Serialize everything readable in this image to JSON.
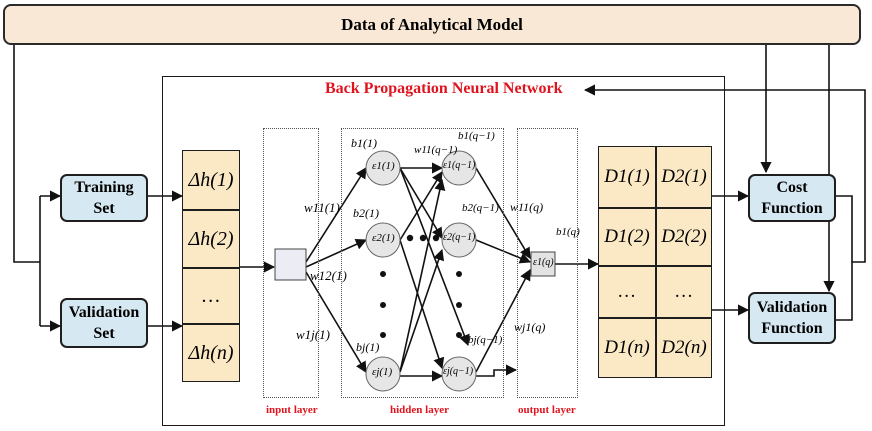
{
  "top_banner": "Data of Analytical Model",
  "bp_title": "Back Propagation Neural Network",
  "training_set": "Training\nSet",
  "validation_set": "Validation\nSet",
  "cost_function": "Cost\nFunction",
  "validation_function": "Validation\nFunction",
  "input_column": [
    "Δh(1)",
    "Δh(2)",
    "…",
    "Δh(n)"
  ],
  "output_grid": [
    [
      "D1(1)",
      "D2(1)"
    ],
    [
      "D1(2)",
      "D2(2)"
    ],
    [
      "…",
      "…"
    ],
    [
      "D1(n)",
      "D2(n)"
    ]
  ],
  "layer_labels": {
    "input": "input layer",
    "hidden": "hidden layer",
    "output": "output layer"
  },
  "nodes": {
    "h1_1": "ε1(1)",
    "h1_2": "ε2(1)",
    "h1_j": "εj(1)",
    "hq_1": "ε1(q−1)",
    "hq_2": "ε2(q−1)",
    "hq_j": "εj(q−1)",
    "out": "ε1(q)"
  },
  "weights": {
    "w11_1": "w11(1)",
    "w12_1": "w12(1)",
    "w1j_1": "w1j(1)",
    "w11_q1": "w11(q−1)",
    "w11_q": "w11(q)",
    "wj1_q": "wj1(q)"
  },
  "biases": {
    "b1_1": "b1(1)",
    "b2_1": "b2(1)",
    "bj_1": "bj(1)",
    "b1_q1": "b1(q−1)",
    "b2_q1": "b2(q−1)",
    "bj_q1": "bj(q−1)",
    "b1_q": "b1(q)"
  },
  "colors": {
    "accent_red": "#e0141e",
    "banner_fill": "#f9e8d6",
    "pill_fill": "#d6e9f2",
    "cell_fill": "#fbe9c6"
  }
}
